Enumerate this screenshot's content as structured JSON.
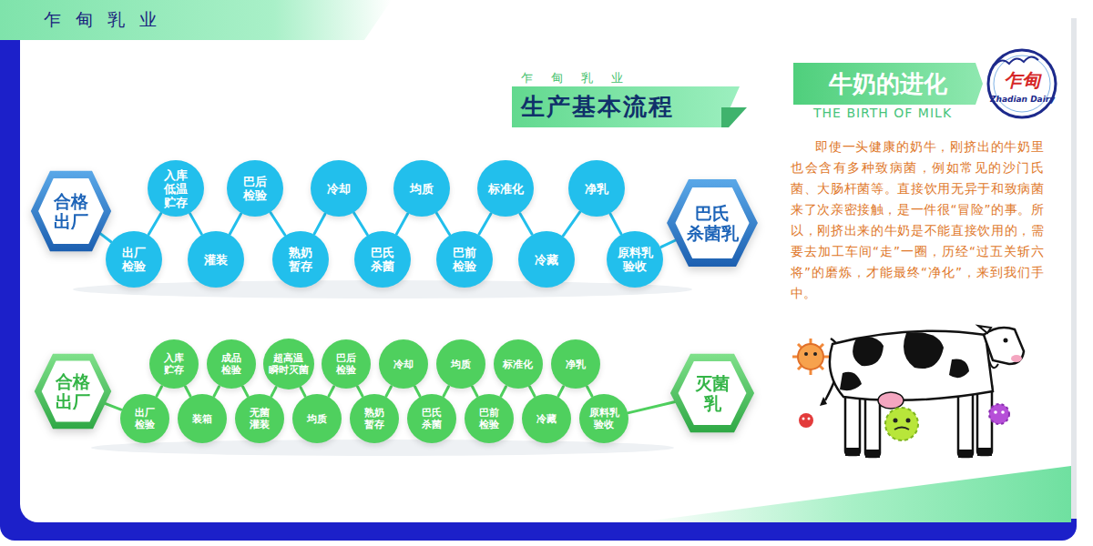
{
  "diagram": {
    "title": "生产基本流程",
    "nodes": [
      {
        "text": [
          "合格 出厂"
        ]
      },
      {
        "text": [
          "出厂 检验"
        ]
      },
      {
        "text": [
          "入库 低温 贮存"
        ]
      },
      {
        "text": [
          "灌装"
        ]
      },
      {
        "text": [
          "巴后 检验"
        ]
      },
      {
        "text": [
          "熟奶 暂存"
        ]
      },
      {
        "text": [
          "冷却"
        ]
      },
      {
        "text": [
          "巴氏 杀菌"
        ]
      },
      {
        "text": [
          "均质"
        ]
      },
      {
        "text": [
          "巴前 检验"
        ]
      },
      {
        "text": [
          "标准化"
        ]
      },
      {
        "text": [
          "冷藏"
        ]
      },
      {
        "text": [
          "净乳"
        ]
      },
      {
        "text": [
          "原料乳 验收"
        ]
      },
      {
        "text": [
          "巴氏 杀菌乳"
        ]
      },
      {
        "text": [
          "合格 出厂"
        ]
      },
      {
        "text": [
          "出厂 检验"
        ]
      },
      {
        "text": [
          "入库 贮存"
        ]
      },
      {
        "text": [
          "装箱"
        ]
      },
      {
        "text": [
          "成品 检验"
        ]
      },
      {
        "text": [
          "无菌 灌装"
        ]
      },
      {
        "text": [
          "超高温 瞬时灭菌"
        ]
      },
      {
        "text": [
          "均质"
        ]
      },
      {
        "text": [
          "巴后 检验"
        ]
      },
      {
        "text": [
          "熟奶 暂存"
        ]
      },
      {
        "text": [
          "冷却"
        ]
      },
      {
        "text": [
          "巴氏 杀菌"
        ]
      },
      {
        "text": [
          "均质"
        ]
      },
      {
        "text": [
          "巴前 检验"
        ]
      },
      {
        "text": [
          "标准化"
        ]
      },
      {
        "text": [
          "冷藏"
        ]
      },
      {
        "text": [
          "净乳"
        ]
      },
      {
        "text": [
          "原料乳 验收"
        ]
      },
      {
        "text": [
          "灭菌 乳"
        ]
      },
      {
        "text": [
          "牛奶的进化"
        ]
      }
    ],
    "edges": [
      {
        "from": 0,
        "to": 1,
        "arrow": "none"
      },
      {
        "from": 1,
        "to": 2,
        "arrow": "none"
      },
      {
        "from": 2,
        "to": 3,
        "arrow": "none"
      },
      {
        "from": 3,
        "to": 4,
        "arrow": "none"
      },
      {
        "from": 4,
        "to": 5,
        "arrow": "none"
      },
      {
        "from": 5,
        "to": 6,
        "arrow": "none"
      },
      {
        "from": 6,
        "to": 7,
        "arrow": "none"
      },
      {
        "from": 7,
        "to": 8,
        "arrow": "none"
      },
      {
        "from": 8,
        "to": 9,
        "arrow": "none"
      },
      {
        "from": 9,
        "to": 10,
        "arrow": "none"
      },
      {
        "from": 10,
        "to": 11,
        "arrow": "none"
      },
      {
        "from": 11,
        "to": 12,
        "arrow": "none"
      },
      {
        "from": 12,
        "to": 13,
        "arrow": "none"
      },
      {
        "from": 13,
        "to": 14,
        "arrow": "none"
      },
      {
        "from": 15,
        "to": 16,
        "arrow": "none"
      },
      {
        "from": 16,
        "to": 17,
        "arrow": "none"
      },
      {
        "from": 17,
        "to": 18,
        "arrow": "none"
      },
      {
        "from": 18,
        "to": 19,
        "arrow": "none"
      },
      {
        "from": 19,
        "to": 20,
        "arrow": "none"
      },
      {
        "from": 20,
        "to": 21,
        "arrow": "none"
      },
      {
        "from": 21,
        "to": 22,
        "arrow": "none"
      },
      {
        "from": 22,
        "to": 23,
        "arrow": "none"
      },
      {
        "from": 23,
        "to": 24,
        "arrow": "none"
      },
      {
        "from": 24,
        "to": 25,
        "arrow": "none"
      },
      {
        "from": 25,
        "to": 26,
        "arrow": "none"
      },
      {
        "from": 26,
        "to": 27,
        "arrow": "none"
      },
      {
        "from": 27,
        "to": 28,
        "arrow": "none"
      },
      {
        "from": 28,
        "to": 29,
        "arrow": "none"
      },
      {
        "from": 29,
        "to": 30,
        "arrow": "none"
      },
      {
        "from": 30,
        "to": 31,
        "arrow": "none"
      },
      {
        "from": 31,
        "to": 32,
        "arrow": "none"
      },
      {
        "from": 32,
        "to": 33,
        "arrow": "none"
      }
    ],
    "labels": [
      "乍 甸 乳 业",
      "乍 甸 乳 业",
      "THE BIRTH OF MILK",
      "即使一头健康的奶牛，刚挤出的牛奶里也会含有多种致病菌，例如常见的沙门氏菌、大肠杆菌等。直接饮用无异于和致病菌来了次亲密接触，是一件很“冒险”的事。所以，刚挤出来的牛奶是不能直接饮用的，需要去加工车间“走”一圈，历经“过五关斩六将”的磨炼，才能最终“净化”，来到我们手中。",
      "乍甸",
      "Zhadian Dairy"
    ]
  }
}
